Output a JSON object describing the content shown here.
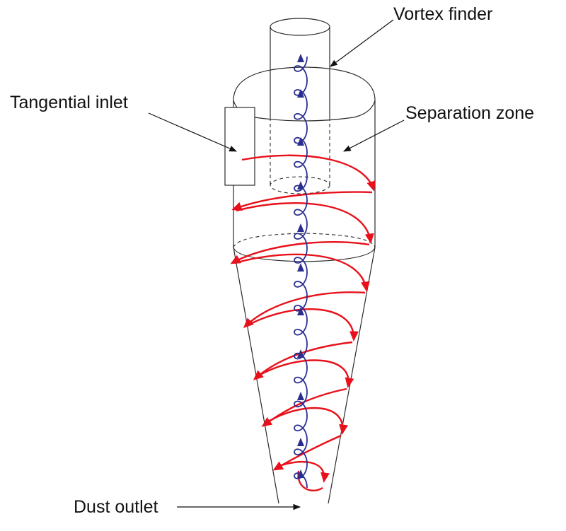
{
  "labels": {
    "vortex_finder": "Vortex finder",
    "tangential_inlet": "Tangential inlet",
    "separation_zone": "Separation zone",
    "dust_outlet": "Dust outlet"
  },
  "colors": {
    "outer_vortex": "#e8101a",
    "inner_vortex": "#2a2f8f",
    "outline": "#2b2b2b",
    "text": "#111111"
  }
}
